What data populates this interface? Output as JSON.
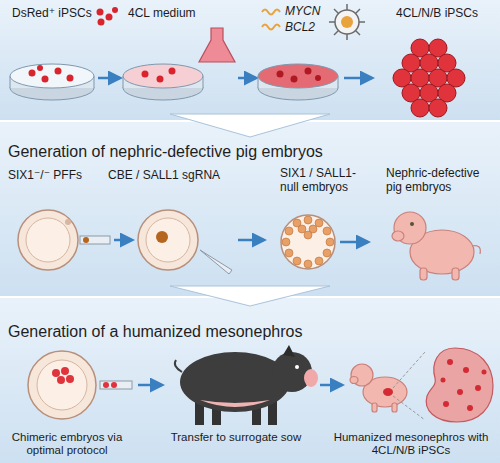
{
  "diagram": {
    "nodes": [
      {
        "text": [
          "Generation of nephric-defective pig embryos"
        ]
      },
      {
        "text": [
          "Generation of a humanized mesonephros"
        ]
      }
    ],
    "edges": [
      {
        "from": 0,
        "to": 1,
        "arrow": "to"
      }
    ],
    "labels": [
      "DsRed⁺ iPSCs",
      "4CL medium",
      "MYCN",
      "BCL2",
      "4CL/N/B iPSCs",
      "SIX1⁻/⁻ PFFs",
      "CBE / SALL1 sgRNA",
      "SIX1 / SALL1-null embryos",
      "Nephric-defective pig embryos",
      "Chimeric embryos via optimal protocol",
      "Transfer to surrogate sow",
      "Humanized mesonephros with 4CL/N/B iPSCs"
    ]
  }
}
